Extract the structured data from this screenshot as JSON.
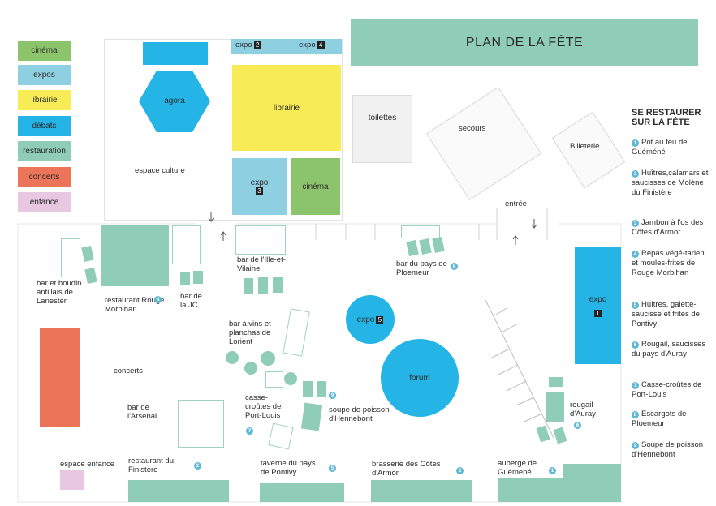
{
  "title": "PLAN DE LA FÊTE",
  "colors": {
    "cinema": "#8cc46b",
    "expos": "#8ecfe2",
    "librairie": "#f7ec55",
    "debats": "#25b4e6",
    "restauration": "#8fcdb8",
    "concerts": "#ec7559",
    "enfance": "#e7c7e1"
  },
  "legend": [
    "cinéma",
    "expos",
    "librairie",
    "débats",
    "restauration",
    "concerts",
    "enfance"
  ],
  "zones": {
    "agora": "agora",
    "librairie": "librairie",
    "expo2": "expo",
    "expo2_num": "2",
    "expo4": "expo",
    "expo4_num": "4",
    "expo3": "expo",
    "expo3_num": "3",
    "cinema": "cinéma",
    "espace_culture": "espace culture",
    "toilettes": "toilettes",
    "secours": "secours",
    "billeterie": "Billeterie",
    "entree": "entrée",
    "expo1": "expo",
    "expo1_num": "1",
    "expo5": "expo",
    "expo5_num": "5",
    "forum": "forum",
    "concerts": "concerts",
    "espace_enfance": "espace enfance"
  },
  "stands": {
    "bar_boudin": "bar et boudin antillais de Lanester",
    "rouge_morbihan": "restaurant Rouge Morbihan",
    "bar_jc": "bar de la JC",
    "bar_ille": "bar de l'Ille-et-Vilaine",
    "bar_ploemeur": "bar du pays de Ploemeur",
    "bar_vins": "bar à vins et planchas de Lorient",
    "casse_croutes": "casse-croûtes de Port-Louis",
    "soupe": "soupe de poisson d'Hennebont",
    "bar_arsenal": "bar de l'Arsenal",
    "restaurant_finistere": "restaurant du Finistère",
    "taverne": "taverne du pays de Pontivy",
    "brasserie": "brasserie des Côtes d'Armor",
    "auberge": "auberge de Guémené",
    "rougail": "rougail d'Auray"
  },
  "stand_nums": {
    "rouge_morbihan": "4",
    "bar_ploemeur": "8",
    "casse_croutes": "7",
    "soupe": "9",
    "restaurant_finistere": "2",
    "taverne": "5",
    "brasserie": "2",
    "auberge": "1",
    "rougail": "6"
  },
  "sidebar": {
    "heading": "SE RESTAURER SUR LA FÊTE",
    "items": [
      {
        "num": "1",
        "text": "Pot au feu de Guéméné"
      },
      {
        "num": "2",
        "text": "Huîtres,calamars et saucisses de Molène du Finistère"
      },
      {
        "num": "3",
        "text": "Jambon à l'os des Côtes d'Armor"
      },
      {
        "num": "4",
        "text": "Repas végé-tarien et moules-frites de Rouge Morbihan"
      },
      {
        "num": "5",
        "text": "Huîtres, galette-saucisse et frites de Pontivy"
      },
      {
        "num": "6",
        "text": "Rougail, saucisses du pays d'Auray"
      },
      {
        "num": "7",
        "text": "Casse-croûtes de Port-Louis"
      },
      {
        "num": "8",
        "text": "Escargots de Ploemeur"
      },
      {
        "num": "9",
        "text": "Soupe de poisson d'Hennebont"
      }
    ]
  }
}
